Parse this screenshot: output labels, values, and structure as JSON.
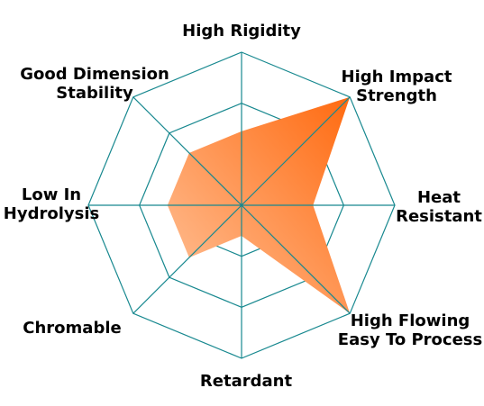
{
  "colors": {
    "grid": "#17888f",
    "fill_dark": "#ff6a10",
    "fill_light": "#ffc49c",
    "text": "#000000"
  },
  "chart_data": {
    "type": "radar",
    "axes": [
      "High Rigidity",
      "High Impact Strength",
      "Heat Resistant",
      "High Flowing Easy To Process",
      "Retardant",
      "Chromable",
      "Low In Hydrolysis",
      "Good Dimension Stability"
    ],
    "axis_labels": [
      [
        "High Rigidity"
      ],
      [
        "High Impact",
        "Strength"
      ],
      [
        "Heat",
        "Resistant"
      ],
      [
        "High Flowing",
        "Easy To Process"
      ],
      [
        "Retardant"
      ],
      [
        "Chromable"
      ],
      [
        "Low In",
        "Hydrolysis"
      ],
      [
        "Good Dimension",
        "Stability"
      ]
    ],
    "levels": 3,
    "rmax": 3,
    "values": [
      1.45,
      3,
      1.4,
      3,
      0.6,
      1.45,
      1.45,
      1.45
    ],
    "grid": true
  }
}
